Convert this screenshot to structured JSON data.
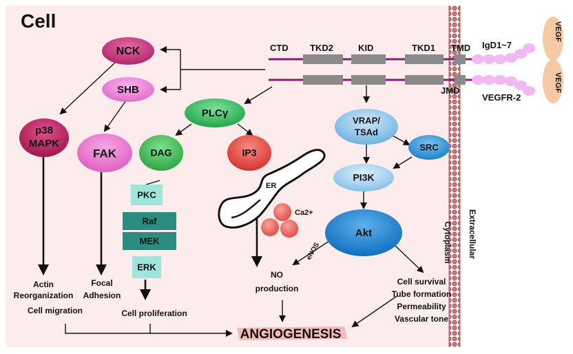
{
  "title": "Cell",
  "receptor": {
    "domains": {
      "ctd": "CTD",
      "tkd2": "TKD2",
      "kid": "KID",
      "tkd1": "TKD1",
      "tmd": "TMD",
      "jmd": "JMD"
    },
    "ig_label": "IgD1~7",
    "name": "VEGFR-2",
    "ligand_top": "VEGF",
    "ligand_bottom": "VEGF"
  },
  "nodes": {
    "nck": "NCK",
    "shb": "SHB",
    "plcg": "PLCγ",
    "p38_line1": "p38",
    "p38_line2": "MAPK",
    "fak": "FAK",
    "dag": "DAG",
    "ip3": "IP3",
    "vrap_line1": "VRAP/",
    "vrap_line2": "TSAd",
    "src": "SRC",
    "pi3k": "PI3K",
    "akt": "Akt",
    "pkc": "PKC",
    "raf": "Raf",
    "mek": "MEK",
    "erk": "ERK",
    "er": "ER",
    "ca": "Ca2+",
    "enos": "eNOS"
  },
  "outcomes": {
    "actin_1": "Actin",
    "actin_2": "Reorganization",
    "actin_3": "Cell migration",
    "focal_1": "Focal",
    "focal_2": "Adhesion",
    "proliferation": "Cell proliferation",
    "no_1": "NO",
    "no_2": "production",
    "survival_1": "Cell survival",
    "survival_2": "Tube formation",
    "survival_3": "Permeability",
    "survival_4": "Vascular tone",
    "angiogenesis": "ANGIOGENESIS"
  },
  "compartments": {
    "cytoplasm": "Cytoplasm",
    "extracellular": "Extracellular"
  },
  "colors": {
    "cell_bg": "#fcecec",
    "nck": "#c2337a",
    "shb": "#ea7bd3",
    "p38": "#b8205f",
    "fak": "#ea6cc9",
    "plcg": "#2fbf5a",
    "dag": "#3fbf4f",
    "ip3": "#e6453f",
    "vrap": "#7fbde6",
    "src": "#2f93d6",
    "pi3k": "#8fc6ec",
    "akt": "#1a86d4",
    "pkc": "#9fe5dc",
    "raf": "#2b8c80",
    "erk": "#9fe5dc",
    "membrane": "#b35a5a",
    "receptor_line": "#8a1b7a",
    "domain_box": "#8a8a8a",
    "ig": "#f2b8f2",
    "vegf": "#f5c9a3"
  }
}
